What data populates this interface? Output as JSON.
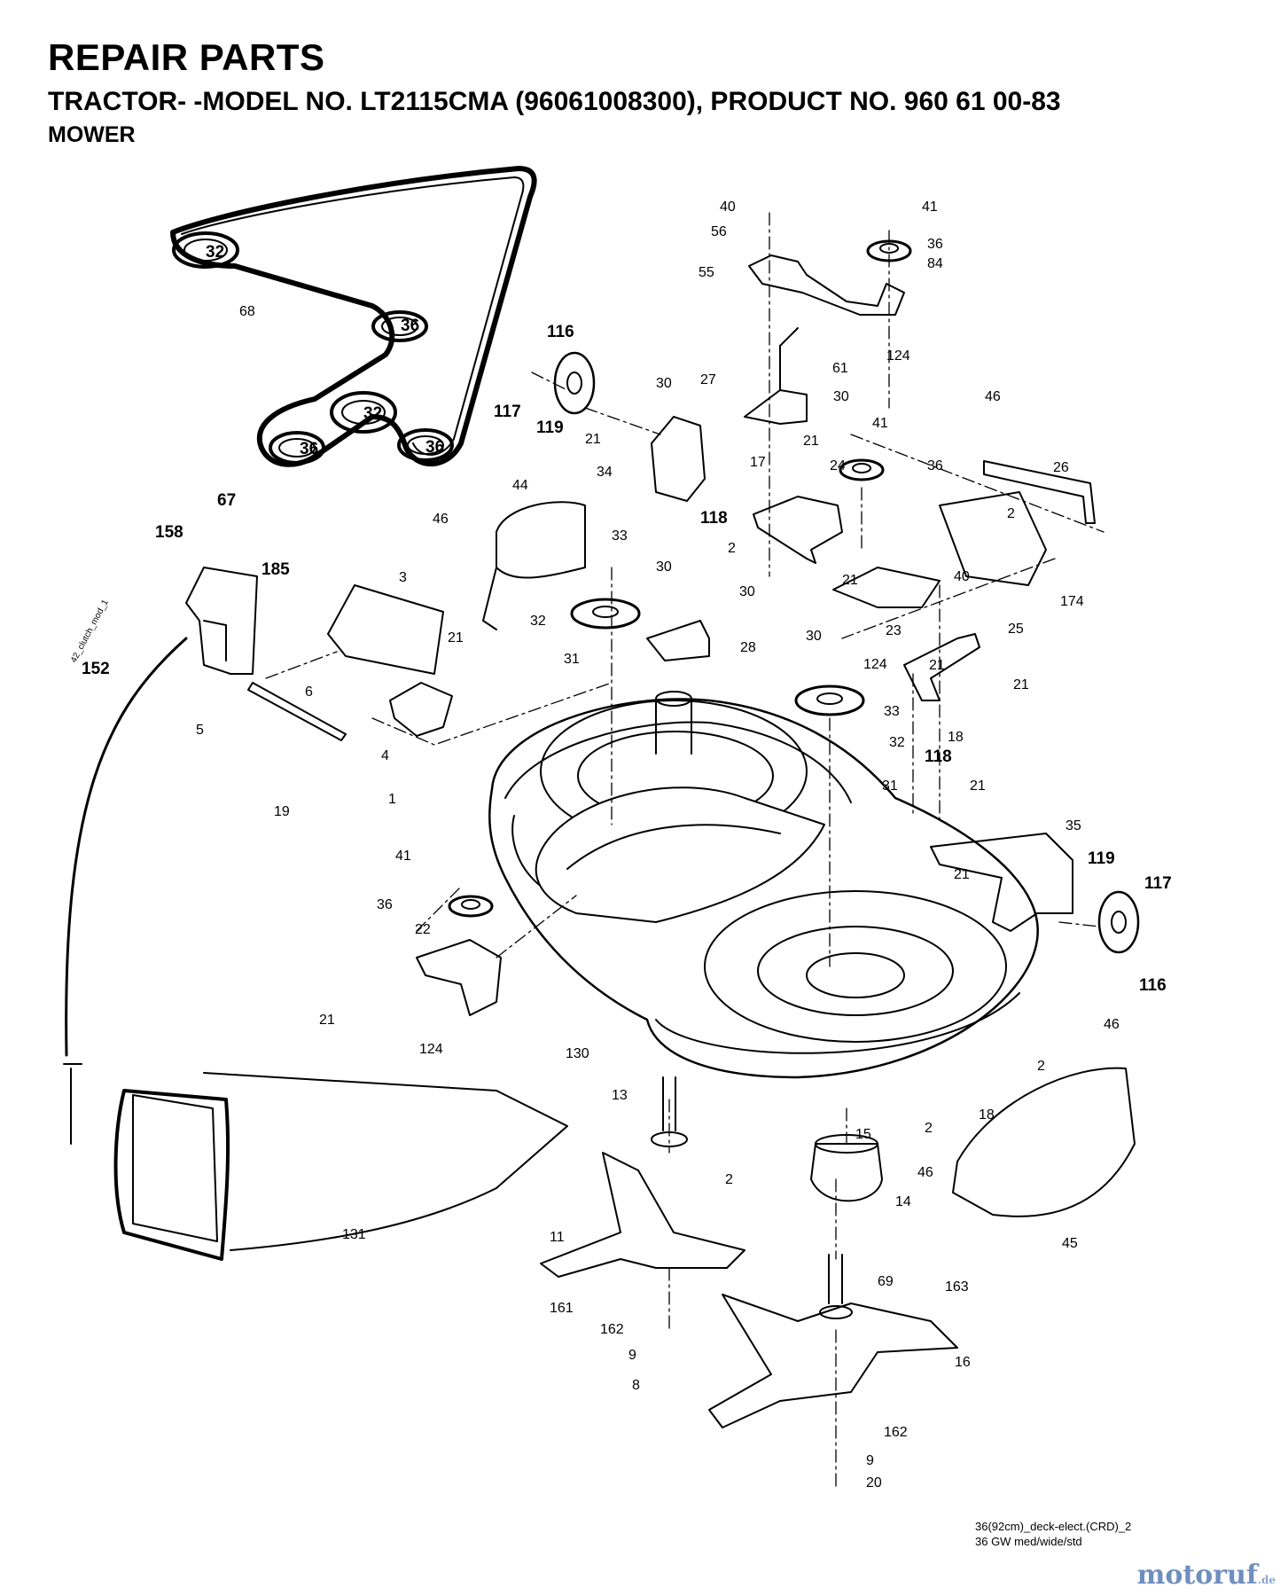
{
  "header": {
    "title": "REPAIR PARTS",
    "subtitle": "TRACTOR- -MODEL NO. LT2115CMA (96061008300), PRODUCT NO. 960 61 00-83",
    "section": "MOWER"
  },
  "footer": {
    "ref_line1": "36(92cm)_deck-elect.(CRD)_2",
    "ref_line2": "36 GW med/wide/std"
  },
  "brand": {
    "name": "motoruf",
    "suffix": ".de",
    "color": "#6f8fbf"
  },
  "parts_labels": [
    "40",
    "41",
    "56",
    "36",
    "84",
    "55",
    "124",
    "61",
    "116",
    "30",
    "27",
    "30",
    "68",
    "117",
    "119",
    "46",
    "41",
    "21",
    "21",
    "17",
    "36",
    "26",
    "34",
    "24",
    "118",
    "2",
    "44",
    "46",
    "2",
    "33",
    "21",
    "40",
    "67",
    "158",
    "185",
    "30",
    "30",
    "174",
    "3",
    "32",
    "28",
    "21",
    "23",
    "25",
    "152",
    "21",
    "31",
    "30",
    "124",
    "21",
    "6",
    "5",
    "4",
    "33",
    "18",
    "32",
    "118",
    "31",
    "19",
    "21",
    "1",
    "35",
    "41",
    "21",
    "119",
    "117",
    "36",
    "22",
    "116",
    "21",
    "124",
    "130",
    "46",
    "2",
    "13",
    "15",
    "2",
    "18",
    "2",
    "46",
    "14",
    "45",
    "11",
    "131",
    "69",
    "163",
    "161",
    "162",
    "16",
    "9",
    "8",
    "162",
    "9",
    "20",
    "32",
    "36",
    "32",
    "36",
    "36",
    "42_clutch_mod_1"
  ]
}
